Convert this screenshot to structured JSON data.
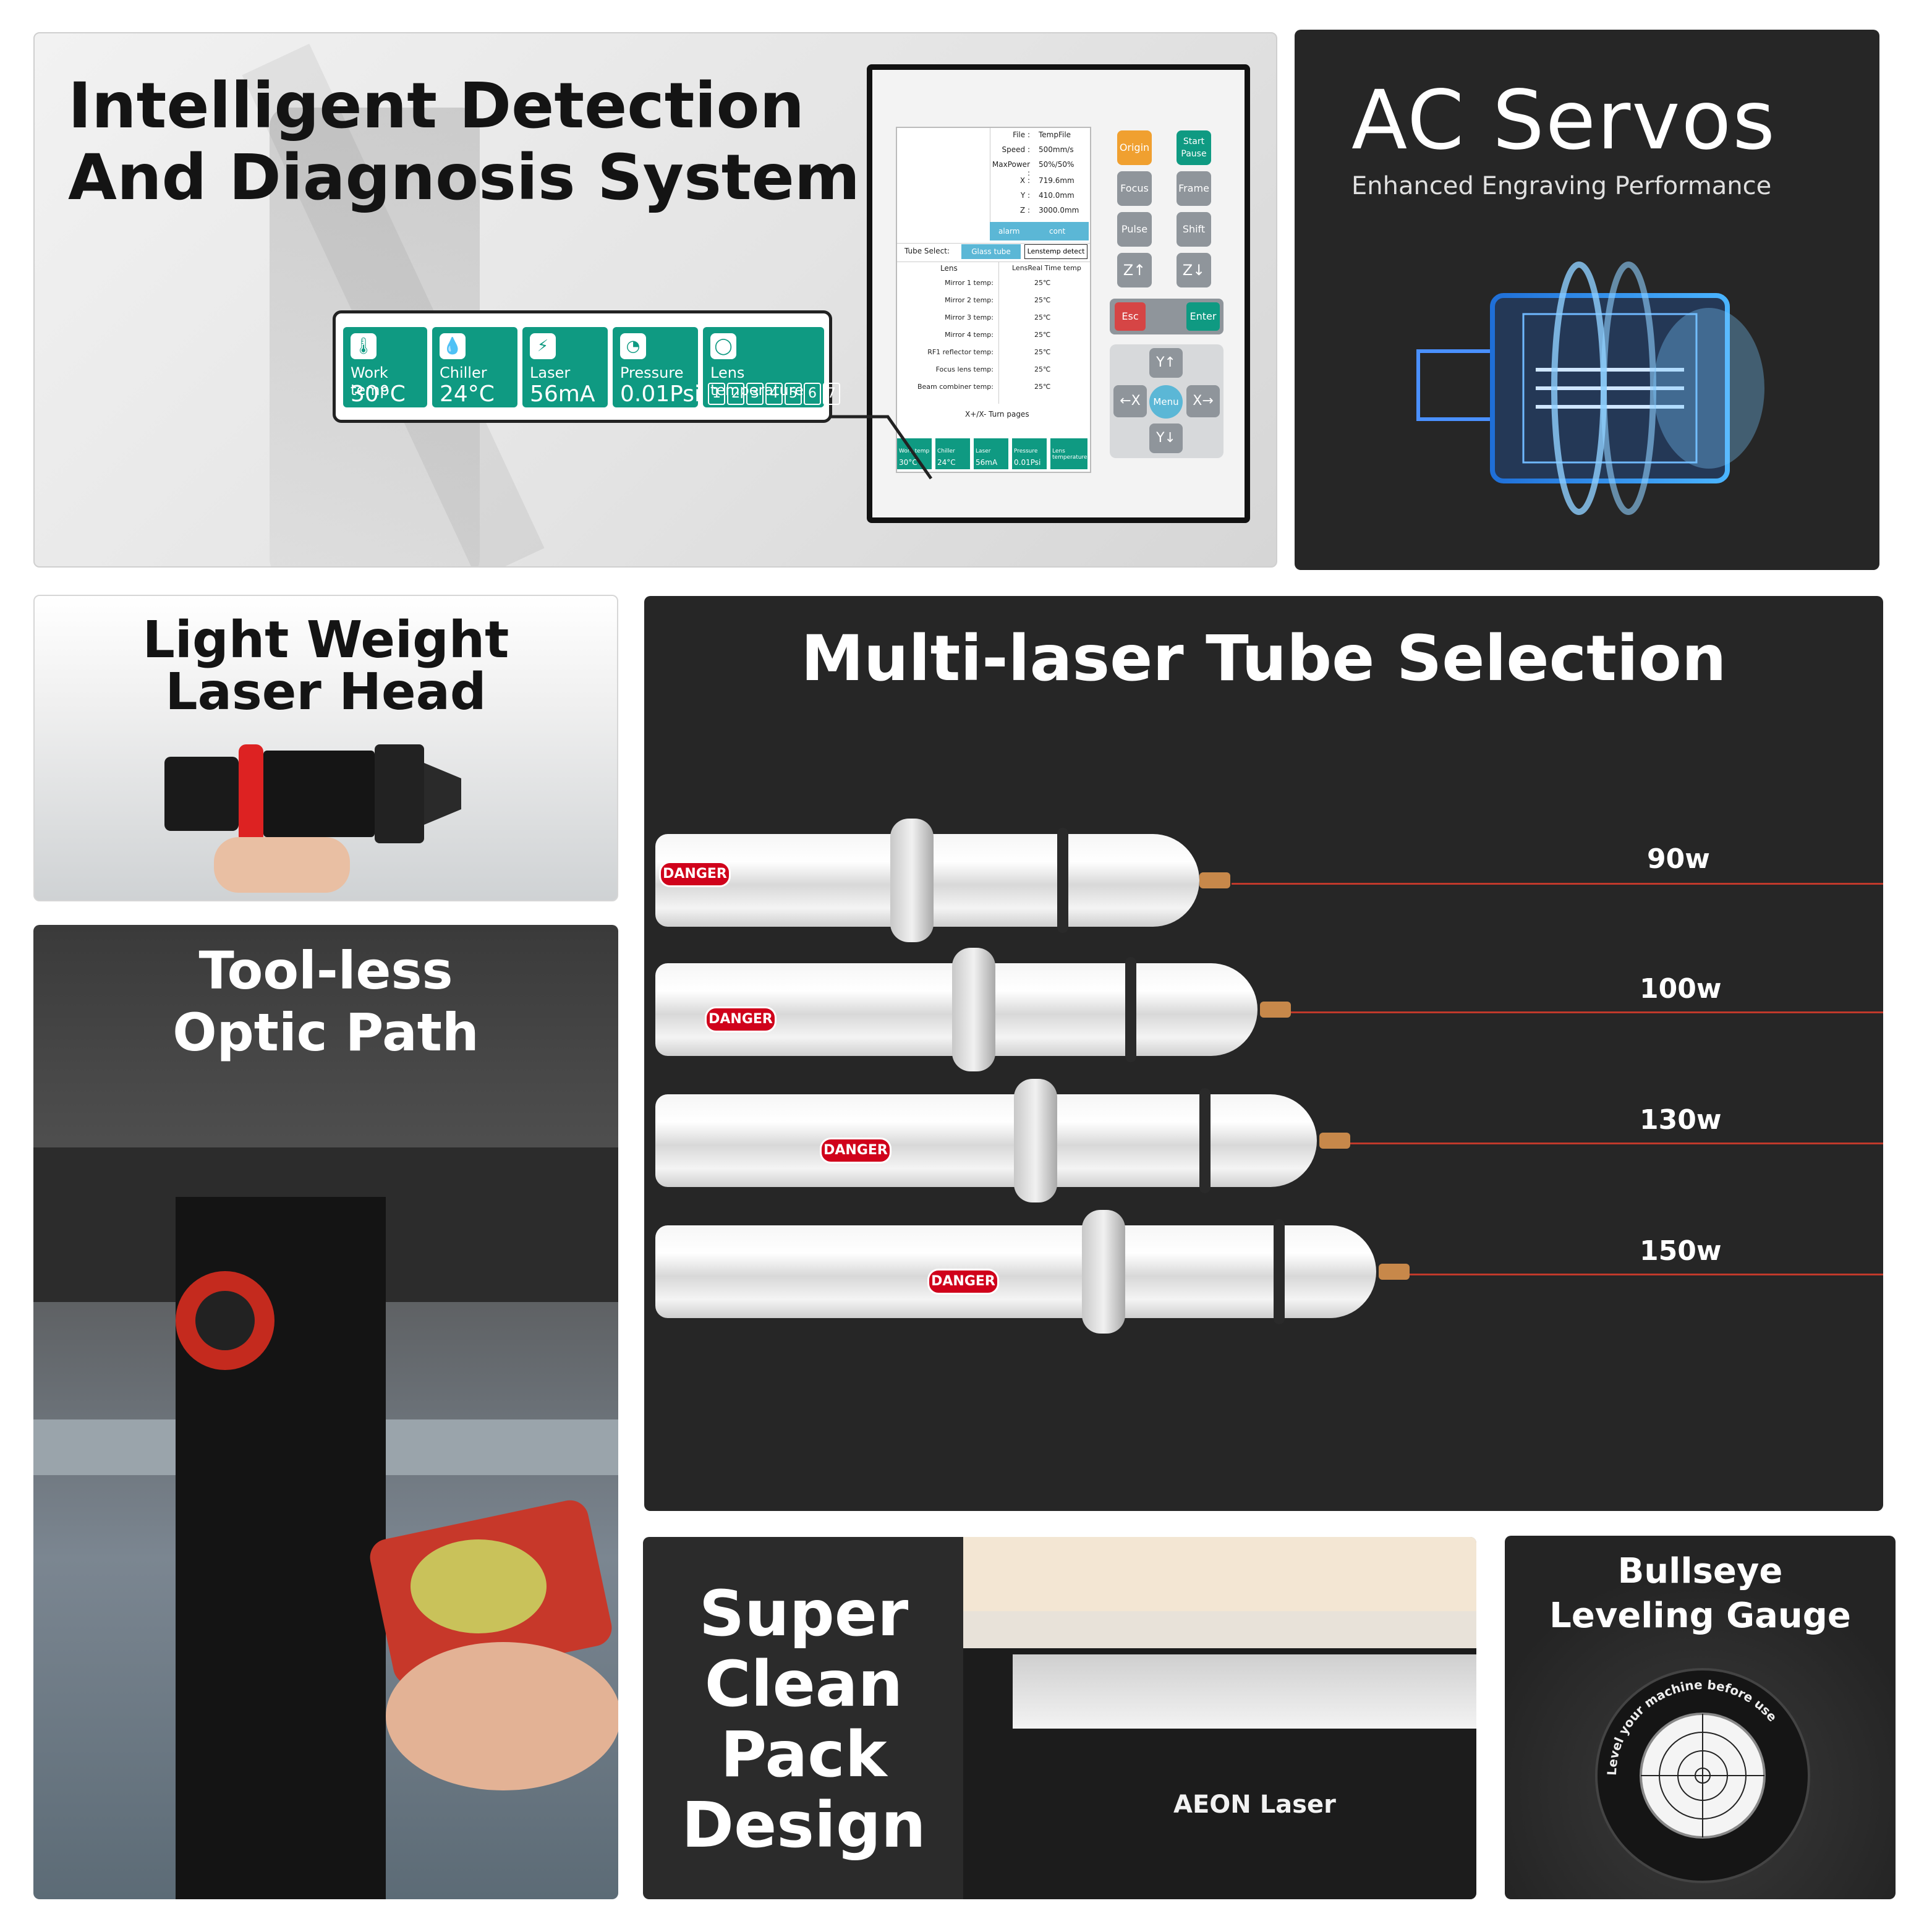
{
  "panels": {
    "diagnosis": {
      "title_line1": "Intelligent Detection",
      "title_line2": "And Diagnosis System",
      "callout": [
        {
          "label": "Work temp",
          "value": "30°C",
          "icon": "thermometer-icon"
        },
        {
          "label": "Chiller",
          "value": "24°C",
          "icon": "water-drop-icon"
        },
        {
          "label": "Laser",
          "value": "56mA",
          "icon": "lightning-icon"
        },
        {
          "label": "Pressure",
          "value": "0.01Psi",
          "icon": "gauge-icon"
        },
        {
          "label": "Lens temperature",
          "value": "",
          "icon": "lens-icon"
        }
      ],
      "lens_numbers": [
        "1",
        "2",
        "3",
        "4",
        "5",
        "6",
        "7"
      ],
      "screen": {
        "info_rows": [
          {
            "key": "File :",
            "value": "TempFile"
          },
          {
            "key": "Speed :",
            "value": "500mm/s"
          },
          {
            "key": "MaxPower :",
            "value": "50%/50%"
          },
          {
            "key": "X :",
            "value": "719.6mm"
          },
          {
            "key": "Y :",
            "value": "410.0mm"
          },
          {
            "key": "Z :",
            "value": "3000.0mm"
          }
        ],
        "alarm_label": "alarm",
        "cont_label": "cont",
        "tube_select_label": "Tube Select:",
        "glass_tube_label": "Glass tube",
        "lenstemp_detect_label": "Lenstemp detect",
        "lens_col": "Lens",
        "temp_col": "LensReal Time temp",
        "lens_rows": [
          {
            "name": "Mirror 1 temp:",
            "temp": "25℃"
          },
          {
            "name": "Mirror 2 temp:",
            "temp": "25℃"
          },
          {
            "name": "Mirror 3 temp:",
            "temp": "25℃"
          },
          {
            "name": "Mirror 4 temp:",
            "temp": "25℃"
          },
          {
            "name": "RF1 reflector temp:",
            "temp": "25℃"
          },
          {
            "name": "Focus lens temp:",
            "temp": "25℃"
          },
          {
            "name": "Beam combiner temp:",
            "temp": "25℃"
          }
        ],
        "turn_pages": "X+/X- Turn pages",
        "mini_stats": [
          {
            "label": "Work temp",
            "value": "30°C"
          },
          {
            "label": "Chiller",
            "value": "24°C"
          },
          {
            "label": "Laser",
            "value": "56mA"
          },
          {
            "label": "Pressure",
            "value": "0.01Psi"
          },
          {
            "label": "Lens temperature",
            "value": ""
          }
        ],
        "keypad": {
          "origin": "Origin",
          "start_pause": "Start Pause",
          "focus": "Focus",
          "frame": "Frame",
          "pulse": "Pulse",
          "shift": "Shift",
          "z_up": "Z↑",
          "z_down": "Z↓",
          "esc": "Esc",
          "enter": "Enter",
          "y_up": "Y↑",
          "y_down": "Y↓",
          "x_left": "←X",
          "x_right": "X→",
          "menu": "Menu"
        }
      }
    },
    "servos": {
      "title": "AC Servos",
      "subtitle": "Enhanced Engraving Performance"
    },
    "laser_head": {
      "title_line1": "Light Weight",
      "title_line2": "Laser Head"
    },
    "tubes": {
      "title": "Multi-laser Tube Selection",
      "options": [
        {
          "watt": "90w"
        },
        {
          "watt": "100w"
        },
        {
          "watt": "130w"
        },
        {
          "watt": "150w"
        }
      ],
      "danger_label": "DANGER"
    },
    "optic": {
      "title_line1": "Tool-less",
      "title_line2": "Optic Path"
    },
    "pack": {
      "title_lines": [
        "Super",
        "Clean",
        "Pack",
        "Design"
      ],
      "machine_brand": "AEON Laser"
    },
    "gauge": {
      "title_line1": "Bullseye",
      "title_line2": "Leveling Gauge",
      "ring_text": "Level your machine before use"
    }
  },
  "colors": {
    "accent_teal": "#0f9a82",
    "dark_panel": "#262626",
    "danger_red": "#d0021b",
    "origin_orange": "#f0a030",
    "esc_red": "#d64545"
  }
}
